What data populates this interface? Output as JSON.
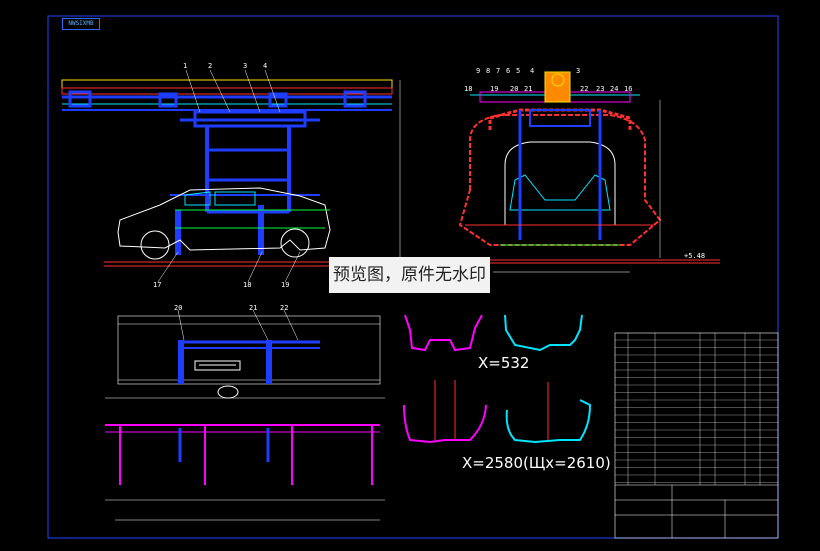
{
  "drawing": {
    "top_tag": "NWSIXMB",
    "callouts_left_top": [
      "1",
      "2",
      "3",
      "4"
    ],
    "callouts_left_bottom": [
      "17",
      "18",
      "19"
    ],
    "callouts_mid": [
      "20",
      "21",
      "22"
    ],
    "callouts_right_top": [
      "9",
      "8",
      "7",
      "6",
      "5",
      "4",
      "3"
    ],
    "callouts_right_side": [
      "18",
      "19",
      "20",
      "21",
      "22",
      "23",
      "24",
      "16"
    ],
    "section_labels": {
      "x532": "X=532",
      "x2580": "X=2580(Щx=2610)"
    },
    "watermark": "预览图，原件无水印",
    "elevation_mark": "+5.48"
  },
  "colors": {
    "background": "#000000",
    "blue": "#1f3dff",
    "cyan": "#00e5ff",
    "red": "#ff2a2a",
    "magenta": "#ff00ff",
    "yellow": "#ffe100",
    "green": "#00ff3a",
    "white": "#ffffff",
    "orange": "#ff8a00"
  }
}
